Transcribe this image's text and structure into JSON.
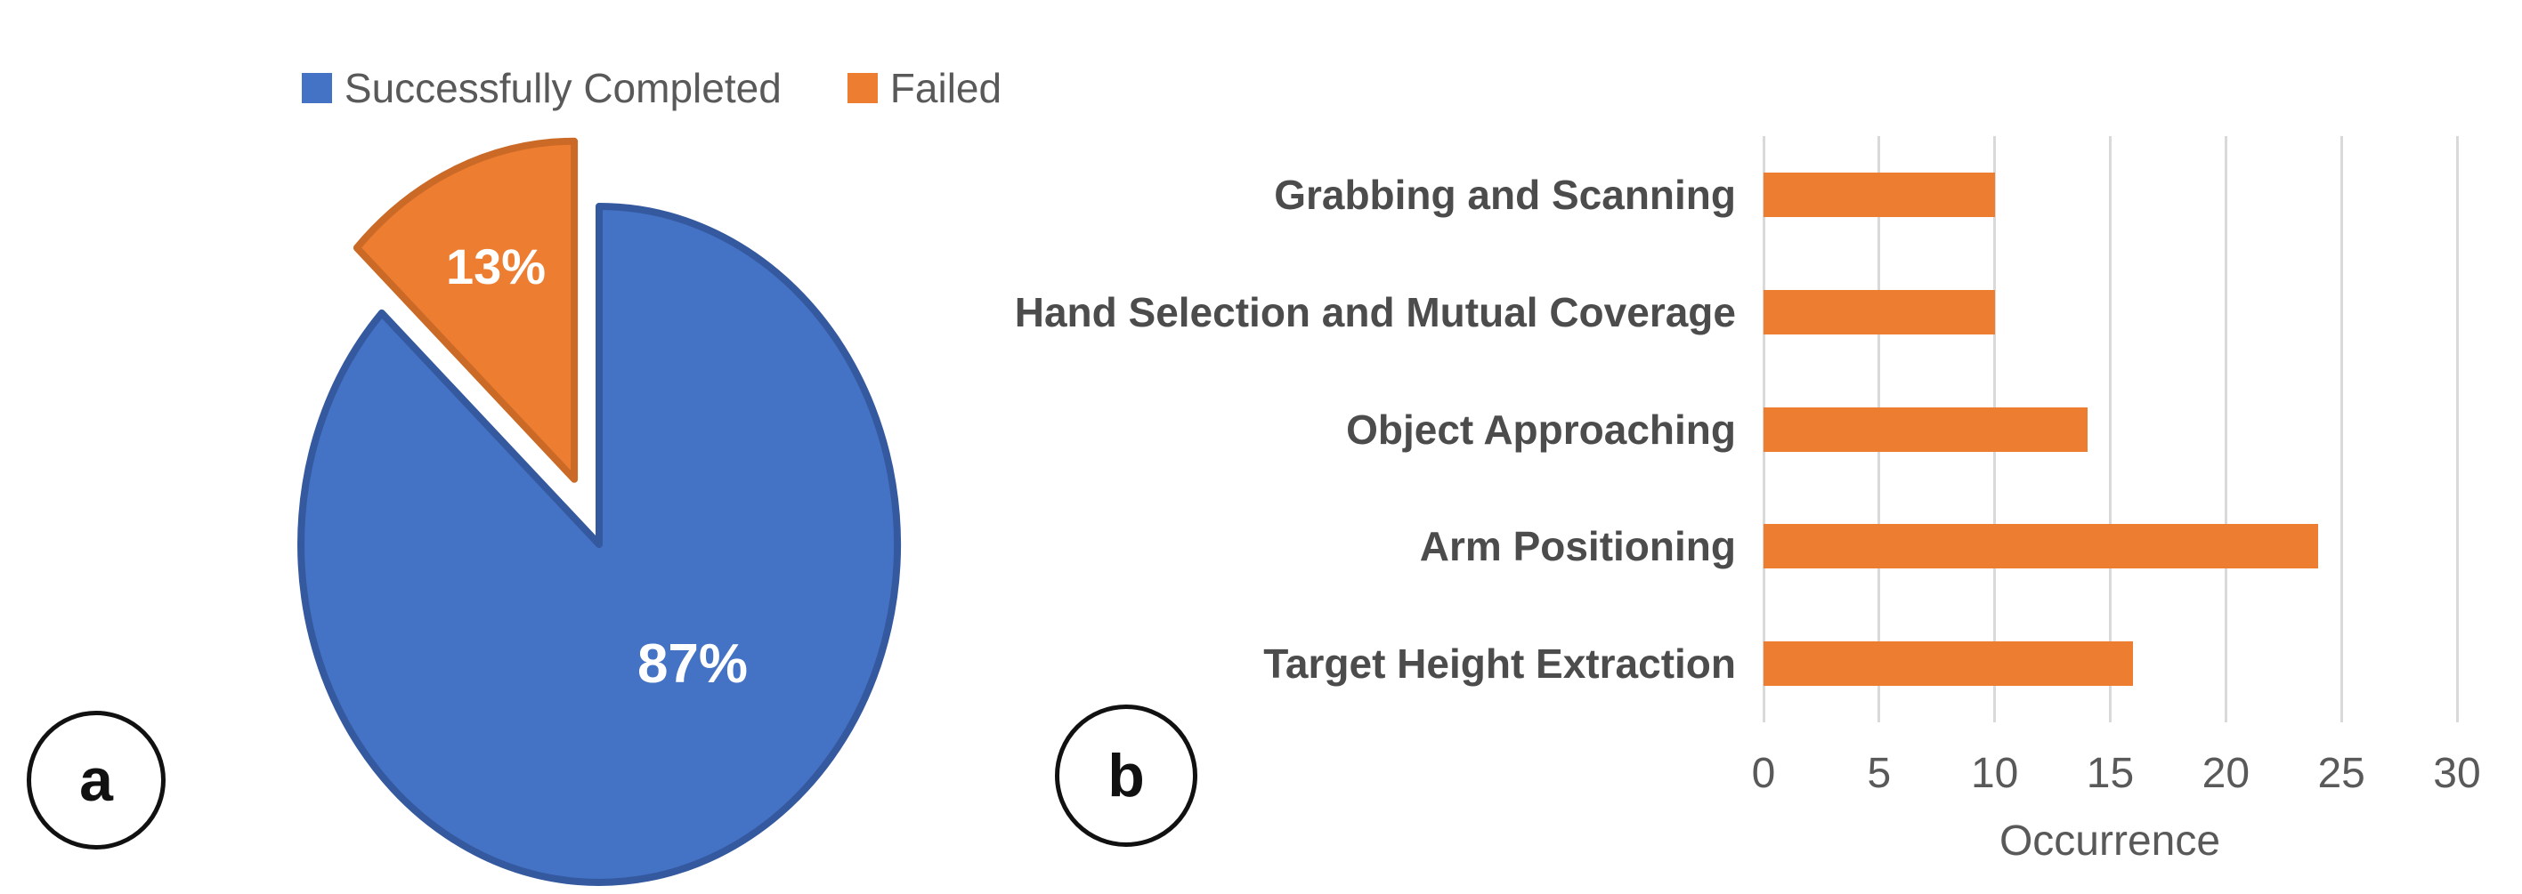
{
  "figure": {
    "background": "#ffffff"
  },
  "panel_labels": {
    "a": "a",
    "b": "b"
  },
  "chart_data": [
    {
      "type": "pie",
      "panel": "a",
      "start_angle_deg": 0,
      "direction": "clockwise",
      "legend_position": "top",
      "data_label_color": "#FFFFFF",
      "slices": [
        {
          "label": "Successfully Completed",
          "value": 87,
          "data_label": "87%",
          "color": "#4472C4",
          "border_color": "#35599F",
          "exploded": false
        },
        {
          "label": "Failed",
          "value": 13,
          "data_label": "13%",
          "color": "#ED7D31",
          "border_color": "#CB6A27",
          "exploded": true
        }
      ]
    },
    {
      "type": "bar",
      "panel": "b",
      "orientation": "horizontal",
      "categories": [
        "Grabbing and Scanning",
        "Hand Selection and Mutual Coverage",
        "Object Approaching",
        "Arm Positioning",
        "Target Height Extraction"
      ],
      "values": [
        10,
        10,
        14,
        24,
        16
      ],
      "bar_color": "#ED7D31",
      "xlabel": "Occurrence",
      "xlim": [
        0,
        30
      ],
      "xticks": [
        "0",
        "5",
        "10",
        "15",
        "20",
        "25",
        "30"
      ],
      "gridlines": true,
      "gridline_color": "#D9D9D9",
      "text_color": "#595959"
    }
  ]
}
